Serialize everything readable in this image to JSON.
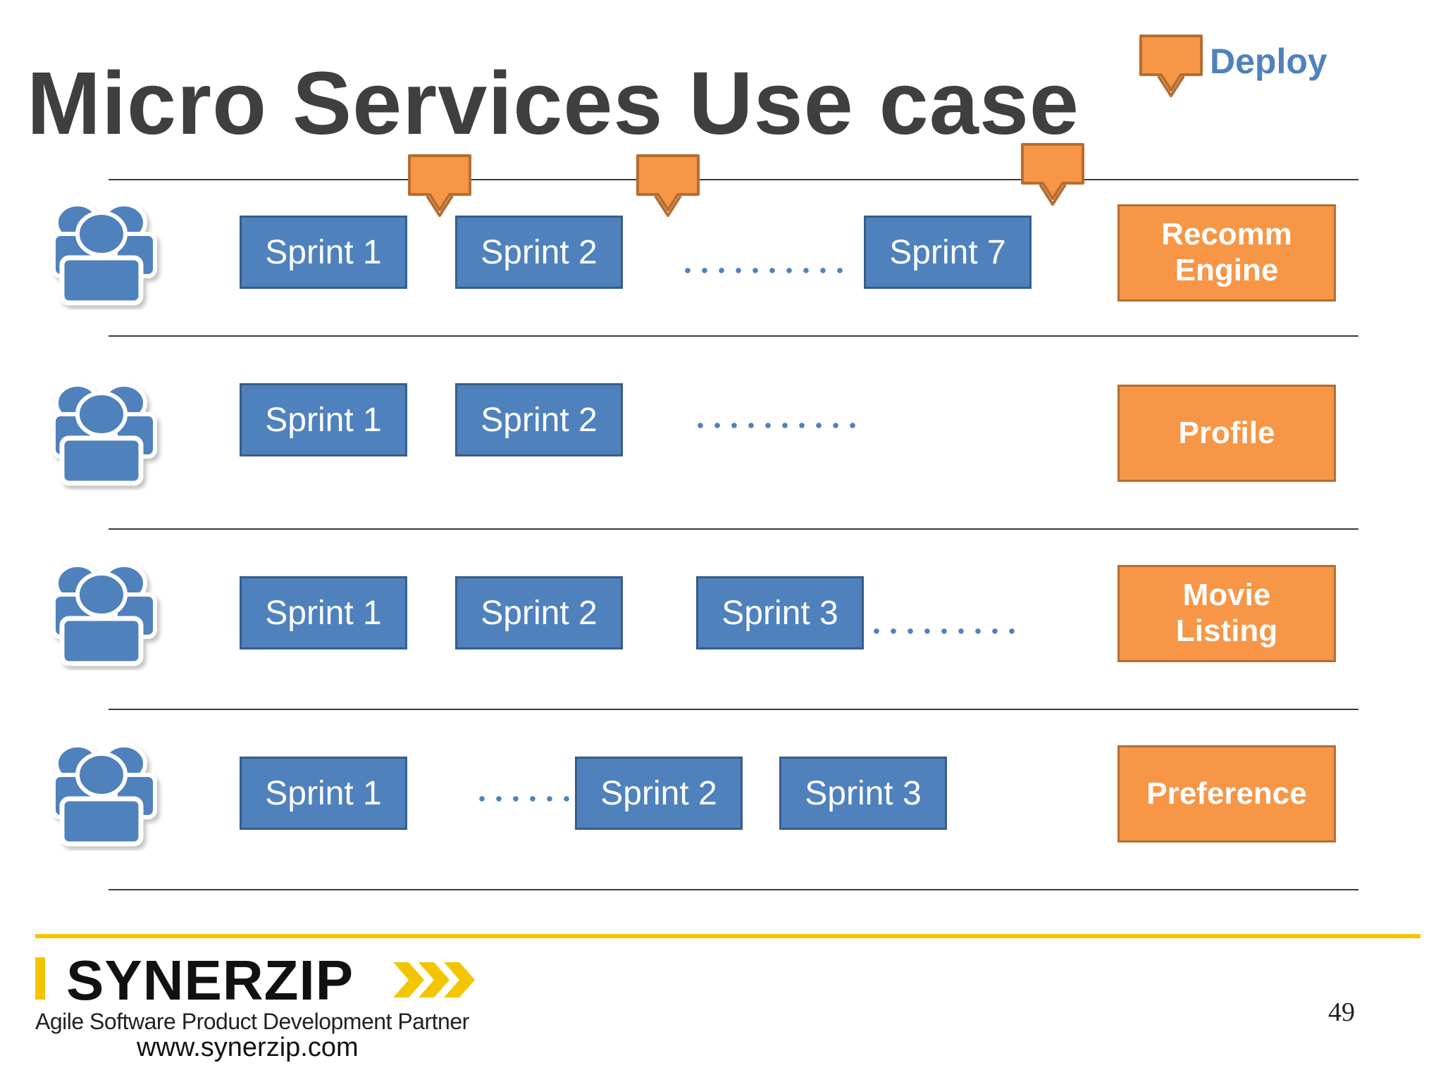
{
  "slide": {
    "title": "Micro Services Use case",
    "legend": {
      "deploy_label": "Deploy",
      "deploy_icon": "deploy-arrow-icon",
      "deploy_color": "#f79646"
    },
    "rows": [
      {
        "team_icon": "team-users-icon",
        "sprints": [
          "Sprint 1",
          "Sprint 2",
          "Sprint 7"
        ],
        "service": "Recomm Engine"
      },
      {
        "team_icon": "team-users-icon",
        "sprints": [
          "Sprint 1",
          "Sprint 2"
        ],
        "service": "Profile"
      },
      {
        "team_icon": "team-users-icon",
        "sprints": [
          "Sprint 1",
          "Sprint 2",
          "Sprint 3"
        ],
        "service": "Movie Listing"
      },
      {
        "team_icon": "team-users-icon",
        "sprints": [
          "Sprint 1",
          "Sprint 2",
          "Sprint 3"
        ],
        "service": "Preference"
      }
    ],
    "colors": {
      "sprint_fill": "#4f81bd",
      "sprint_border": "#385d8a",
      "service_fill": "#f79646",
      "service_border": "#b66d31",
      "title_text": "#3f3f3f",
      "footer_accent": "#f3c500"
    }
  },
  "footer": {
    "logo_text": "SYNERZIP",
    "tagline": "Agile Software Product Development Partner",
    "website": "www.synerzip.com",
    "page_number": "49"
  }
}
